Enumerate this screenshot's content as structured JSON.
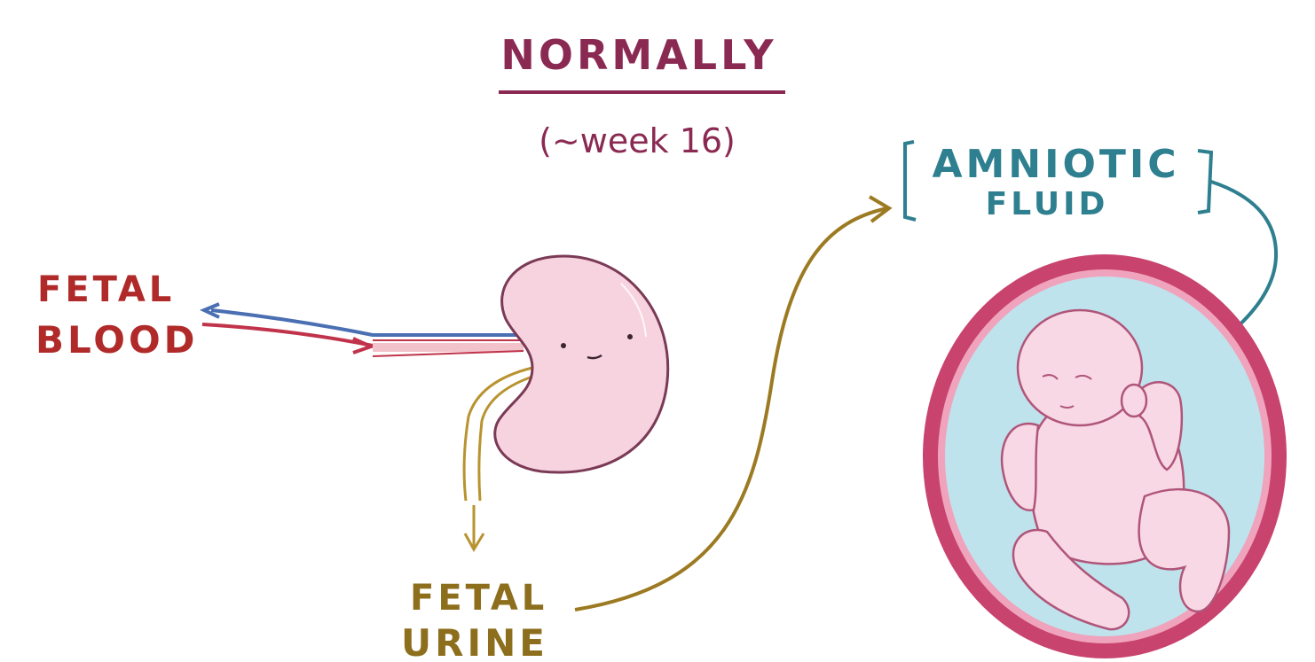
{
  "heading": {
    "title": "NORMALLY",
    "subtitle": "(~week 16)"
  },
  "labels": {
    "fetal_blood_line1": "FETAL",
    "fetal_blood_line2": "BLOOD",
    "fetal_urine_line1": "FETAL",
    "fetal_urine_line2": "URINE",
    "amniotic_line1": "AMNIOTIC",
    "amniotic_line2": "FLUID"
  },
  "colors": {
    "title": "#8a2a52",
    "blood_label": "#b02a2a",
    "vein": "#4a6fb3",
    "artery": "#c0334a",
    "urine": "#b8932f",
    "urine_label": "#8c6e1c",
    "amniotic_label": "#2e7f8f",
    "kidney_fill": "#f7d3e0",
    "kidney_stroke": "#7a3a55",
    "fluid_fill": "#bfe3ec",
    "uterus_ring": "#c8436e",
    "fetus_fill": "#f8d8e4"
  }
}
